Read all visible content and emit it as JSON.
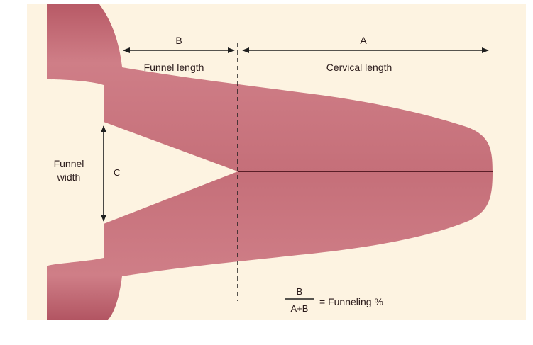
{
  "labels": {
    "b": "B",
    "a": "A",
    "c": "C",
    "funnel_length": "Funnel length",
    "cervical_length": "Cervical length",
    "funnel_width_line1": "Funnel",
    "funnel_width_line2": "width"
  },
  "formula": {
    "numerator": "B",
    "denominator": "A+B",
    "result": "= Funneling %"
  },
  "colors": {
    "background": "#fdf3e1",
    "tissue": "#c8727c",
    "tissue_dark": "#a94f5b",
    "tissue_light": "#d88e96",
    "line": "#1e1e1e"
  }
}
